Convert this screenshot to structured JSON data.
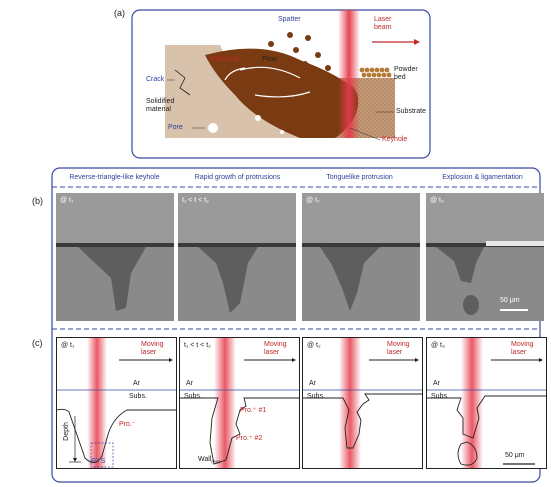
{
  "panel_a": {
    "tag": "(a)",
    "labels": {
      "spatter": "Spatter",
      "laser_beam": "Laser\nbeam",
      "melt_pool": "Melt pool",
      "flow": "Flow",
      "crack": "Crack",
      "powder_bed": "Powder\nbed",
      "solidified_material": "Solidified\nmaterial",
      "substrate": "Substrate",
      "pore": "Pore",
      "keyhole": "Keyhole"
    }
  },
  "panel_b": {
    "tag": "(b)",
    "columns": [
      {
        "title": "Reverse-triangle-like keyhole",
        "time": "@ t₁"
      },
      {
        "title": "Rapid growth of protrusions",
        "time": "t₁ < t < t₂"
      },
      {
        "title": "Tonguelike protrusion",
        "time": "@ t₂"
      },
      {
        "title": "Explosion & ligamentation",
        "time": "@ t₃"
      }
    ],
    "scale_bar": "50 μm"
  },
  "panel_c": {
    "tag": "(c)",
    "moving_laser": "Moving\nlaser",
    "ar": "Ar",
    "subs": "Subs.",
    "depth": "Depth",
    "rys": "RYS",
    "pro_minus": "Pro.⁻",
    "pro_plus_1": "Pro.⁺ #1",
    "pro_plus_2": "Pro.⁺ #2",
    "wall": "Wall",
    "wall_sub": "rear",
    "scale_bar": "50 μm",
    "times": [
      "@ t₁",
      "t₁ < t < t₂",
      "@ t₂",
      "@ t₃"
    ]
  },
  "colors": {
    "frame": "#3a4aa0",
    "melt": "#7a3a12",
    "substrate": "#c9a98a",
    "label_red": "#c0282a",
    "label_blue": "#2f3f9a",
    "laser": "#e63b4a"
  }
}
